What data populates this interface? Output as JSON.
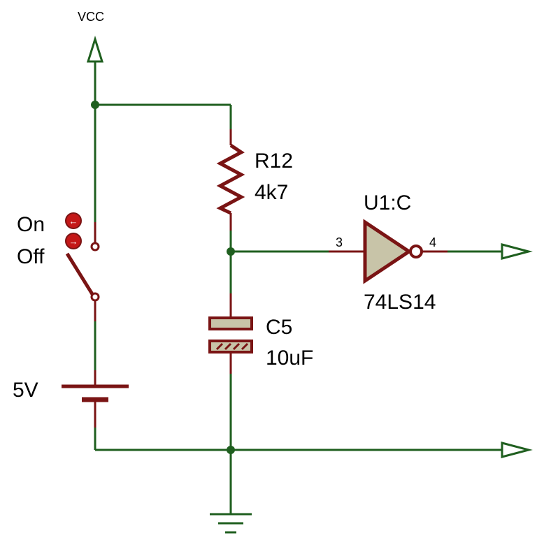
{
  "power": {
    "vcc_label": "VCC"
  },
  "switch": {
    "on_label": "On",
    "off_label": "Off",
    "on_button_glyph": "←",
    "off_button_glyph": "→"
  },
  "battery": {
    "label": "5V"
  },
  "resistor": {
    "ref": "R12",
    "value": "4k7"
  },
  "capacitor": {
    "ref": "C5",
    "value": "10uF"
  },
  "inverter": {
    "ref": "U1:C",
    "part": "74LS14",
    "pin_in": "3",
    "pin_out": "4"
  },
  "colors": {
    "wire": "#1f5f1f",
    "component": "#7a1414",
    "fill": "#c8c4a8",
    "junction": "#1f5f1f"
  }
}
